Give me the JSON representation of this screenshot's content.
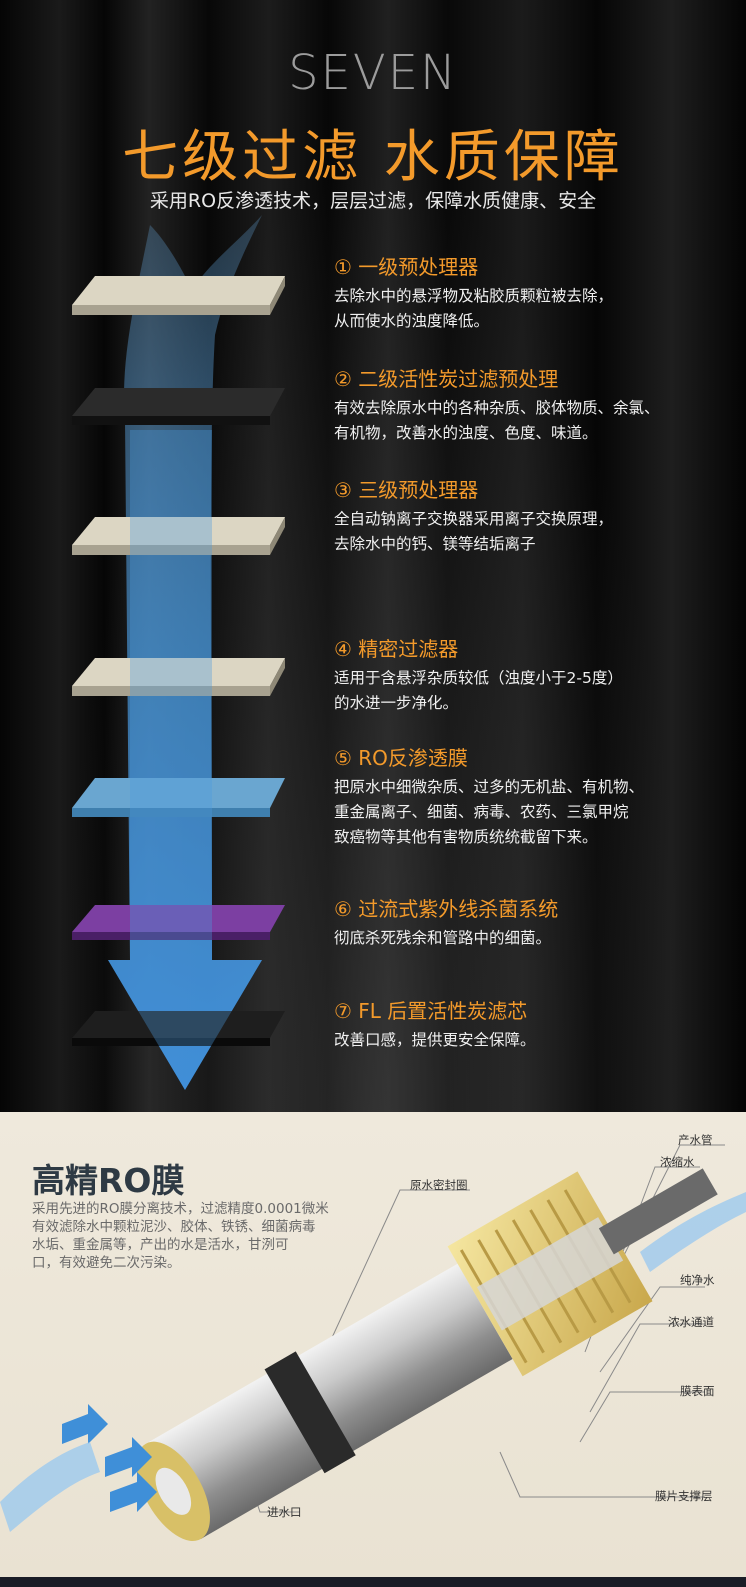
{
  "header": {
    "brand": "SEVEN",
    "headline": "七级过滤  水质保障",
    "subtitle": "采用RO反渗透技术，层层过滤，保障水质健康、安全"
  },
  "stages": [
    {
      "title": "① 一级预处理器",
      "desc": [
        "去除水中的悬浮物及粘胶质颗粒被去除，",
        "从而使水的浊度降低。"
      ],
      "color": "#d9d3c0"
    },
    {
      "title": "② 二级活性炭过滤预处理",
      "desc": [
        "有效去除原水中的各种杂质、胶体物质、余氯、",
        "有机物，改善水的浊度、色度、味道。"
      ],
      "color": "#2a2a2a"
    },
    {
      "title": "③ 三级预处理器",
      "desc": [
        "全自动钠离子交换器采用离子交换原理，",
        "去除水中的钙、镁等结垢离子"
      ],
      "color": "#d9d3c0"
    },
    {
      "title": "④ 精密过滤器",
      "desc": [
        "适用于含悬浮杂质较低（浊度小于2-5度）",
        "的水进一步净化。"
      ],
      "color": "#d9d3c0"
    },
    {
      "title": "⑤ RO反渗透膜",
      "desc": [
        "把原水中细微杂质、过多的无机盐、有机物、",
        "重金属离子、细菌、病毒、农药、三氯甲烷",
        "致癌物等其他有害物质统统截留下来。"
      ],
      "color": "#5f9dc8"
    },
    {
      "title": "⑥ 过流式紫外线杀菌系统",
      "desc": [
        "彻底杀死残余和管路中的细菌。"
      ],
      "color": "#7a3d9c"
    },
    {
      "title": "⑦ FL 后置活性炭滤芯",
      "desc": [
        "改善口感，提供更安全保障。"
      ],
      "color": "#1c1c1c"
    }
  ],
  "ro": {
    "title": "高精RO膜",
    "lines": [
      "采用先进的RO膜分离技术，过滤精度0.0001微米",
      "有效滤除水中颗粒泥沙、胶体、铁锈、细菌病毒",
      "水垢、重金属等，产出的水是活水，甘洌可",
      "口，有效避免二次污染。"
    ],
    "callouts": {
      "product_pipe": "产水管",
      "concentrate": "浓缩水",
      "raw_seal": "原水密封圈",
      "pure_water": "纯净水",
      "concentrate_channel": "浓水通道",
      "membrane_surface": "膜表面",
      "inlet": "进水口",
      "support_layer": "膜片支撑层"
    }
  },
  "colors": {
    "accent": "#f39a2b",
    "water_blue": "#4a9be0"
  }
}
